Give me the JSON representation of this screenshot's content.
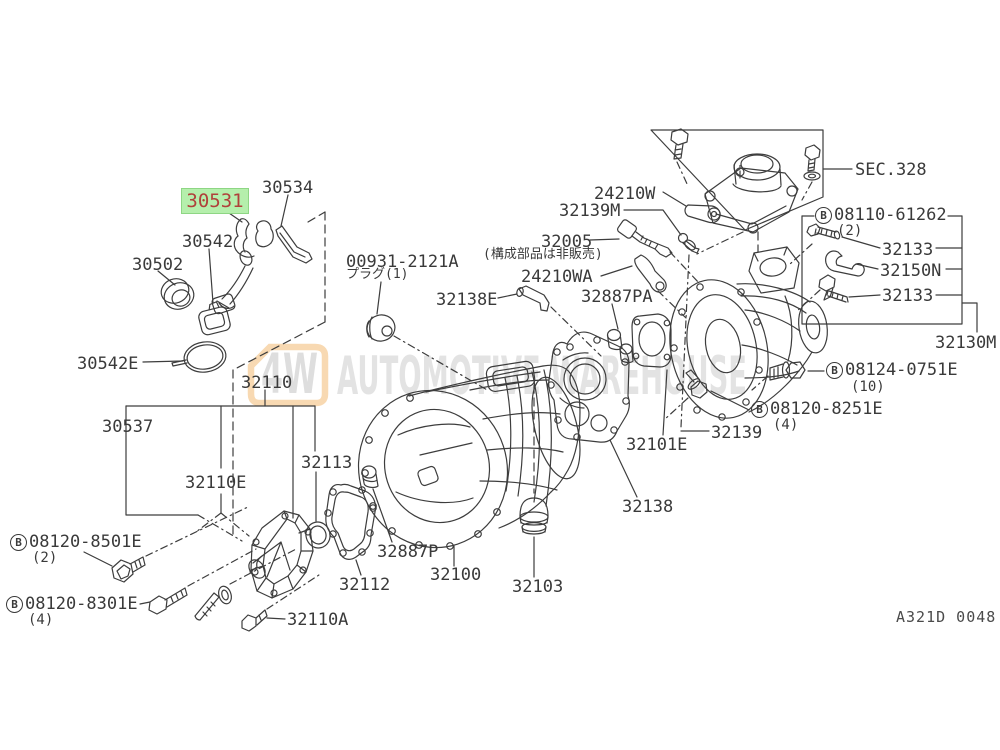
{
  "watermark": {
    "badge": "4W",
    "text": "AUTOMOTIVE WAREHOUSE"
  },
  "diagram_code": "A321D 0048",
  "highlight": {
    "bg": "#b5efac",
    "color": "#b0413a",
    "part": "30531"
  },
  "labels": {
    "p30531": "30531",
    "p30534": "30534",
    "p30542": "30542",
    "p30502": "30502",
    "p30542E": "30542E",
    "p32110": "32110",
    "p30537": "30537",
    "p32110E": "32110E",
    "p32113": "32113",
    "p00931": "00931-2121A",
    "p00931_note": "プラグ(1)",
    "p32138E": "32138E",
    "p32139M": "32139M",
    "p24210W": "24210W",
    "p32005": "32005",
    "p32005_note": "(構成部品は非販売)",
    "p24210WA": "24210WA",
    "p32887PA": "32887PA",
    "sec328": "SEC.328",
    "p32133a": "32133",
    "p32150N": "32150N",
    "p32133b": "32133",
    "p32130M": "32130M",
    "p32139": "32139",
    "p32101E": "32101E",
    "p32138": "32138",
    "p32887P": "32887P",
    "p32112": "32112",
    "p32100": "32100",
    "p32103": "32103",
    "p32110A": "32110A"
  },
  "bolt_labels": {
    "b08110": {
      "prefix": "B",
      "number": "08110-61262",
      "qty": "(2)"
    },
    "b08124": {
      "prefix": "B",
      "number": "08124-0751E",
      "qty": "(10)"
    },
    "b08251": {
      "prefix": "B",
      "number": "08120-8251E",
      "qty": "(4)"
    },
    "b08501": {
      "prefix": "B",
      "number": "08120-8501E",
      "qty": "(2)"
    },
    "b08301": {
      "prefix": "B",
      "number": "08120-8301E",
      "qty": "(4)"
    }
  }
}
